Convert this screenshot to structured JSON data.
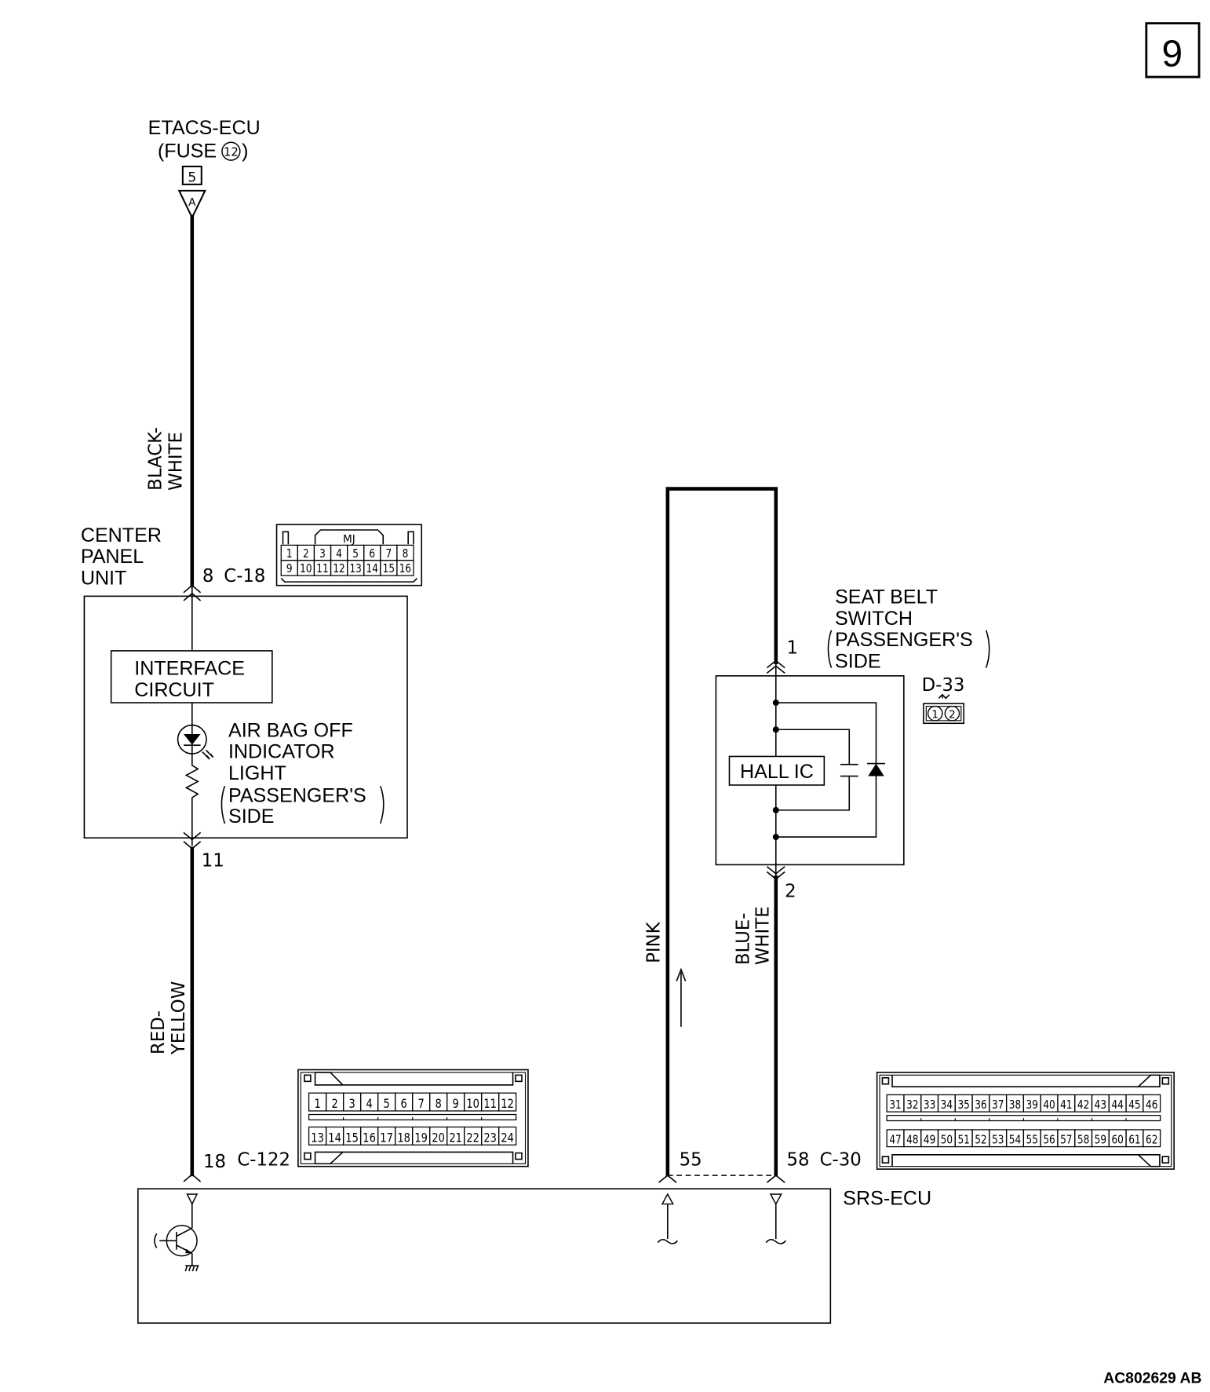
{
  "page_number": "9",
  "figure_id": "AC802629 AB",
  "power_source": {
    "line1": "ETACS-ECU",
    "line2_prefix": "(FUSE ",
    "fuse_number": "12",
    "line2_suffix": ")",
    "terminal": "5",
    "connector_letter": "A"
  },
  "wires": {
    "black_white": [
      "BLACK-",
      "WHITE"
    ],
    "red_yellow": [
      "RED-",
      "YELLOW"
    ],
    "pink": "PINK",
    "blue_white": [
      "BLUE-",
      "WHITE"
    ]
  },
  "center_panel_unit": {
    "label": [
      "CENTER",
      "PANEL",
      "UNIT"
    ],
    "pin_in": "8",
    "connector": "C-18",
    "pin_out": "11",
    "interface_circuit": [
      "INTERFACE",
      "CIRCUIT"
    ],
    "indicator": [
      "AIR BAG OFF",
      "INDICATOR",
      "LIGHT",
      "PASSENGER'S",
      "SIDE"
    ]
  },
  "connector_c18": {
    "key": "MJ",
    "row1": [
      "1",
      "2",
      "3",
      "4",
      "5",
      "6",
      "7",
      "8"
    ],
    "row2": [
      "9",
      "10",
      "11",
      "12",
      "13",
      "14",
      "15",
      "16"
    ]
  },
  "seat_belt_switch": {
    "label": [
      "SEAT BELT",
      "SWITCH",
      "PASSENGER'S",
      "SIDE"
    ],
    "pin_top": "1",
    "pin_bottom": "2",
    "connector": "D-33",
    "pins": [
      "1",
      "2"
    ],
    "hall_ic": "HALL IC"
  },
  "srs_ecu": {
    "label": "SRS-ECU",
    "pin_c122": "18",
    "connector_c122": "C-122",
    "pin_55": "55",
    "pin_58": "58",
    "connector_c30": "C-30"
  },
  "connector_c122": {
    "row1": [
      "1",
      "2",
      "3",
      "4",
      "5",
      "6",
      "7",
      "8",
      "9",
      "10",
      "11",
      "12"
    ],
    "row2": [
      "13",
      "14",
      "15",
      "16",
      "17",
      "18",
      "19",
      "20",
      "21",
      "22",
      "23",
      "24"
    ]
  },
  "connector_c30": {
    "row1": [
      "31",
      "32",
      "33",
      "34",
      "35",
      "36",
      "37",
      "38",
      "39",
      "40",
      "41",
      "42",
      "43",
      "44",
      "45",
      "46"
    ],
    "row2": [
      "47",
      "48",
      "49",
      "50",
      "51",
      "52",
      "53",
      "54",
      "55",
      "56",
      "57",
      "58",
      "59",
      "60",
      "61",
      "62"
    ]
  }
}
